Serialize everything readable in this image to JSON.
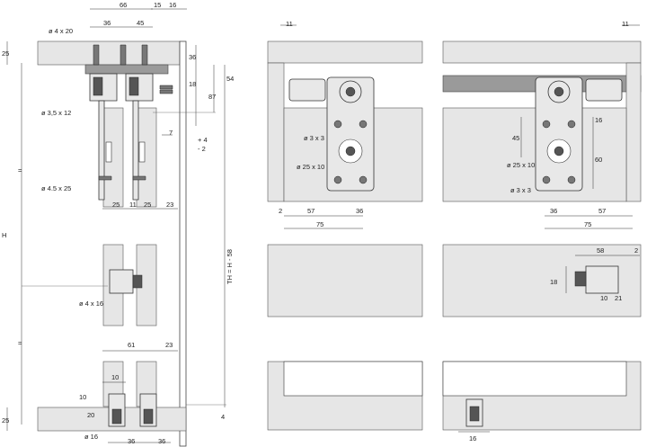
{
  "left_view": {
    "top_dims": [
      "66",
      "36",
      "45",
      "15",
      "16"
    ],
    "screw_top": "ø 4 x 20",
    "side_dims_right": [
      "36",
      "18",
      "87",
      "54"
    ],
    "screw_mid": "ø 3,5 x 12",
    "gap_dim": "7",
    "tolerance": [
      "+ 4",
      "- 2"
    ],
    "screw_low": "ø 4.5 x 25",
    "row_dims": [
      "25",
      "11",
      "25",
      "23"
    ],
    "height_label": "H",
    "equal_marks": [
      "=",
      "="
    ],
    "track_height": "TH = H - 58",
    "screw_guide": "ø 4 x 16",
    "bottom_dims": [
      "61",
      "23",
      "10",
      "10",
      "20"
    ],
    "bottom_screw": "ø 16",
    "bottom_row": [
      "36",
      "36"
    ],
    "edge_dims": [
      "25",
      "25",
      "4"
    ]
  },
  "middle_view": {
    "top_dim": "11",
    "screw_a": "ø 3 x 3",
    "screw_b": "ø 25 x 10",
    "dims": [
      "2",
      "57",
      "36",
      "75"
    ]
  },
  "right_view": {
    "top_dim": "11",
    "side_dims": [
      "16",
      "45",
      "60"
    ],
    "screw_b": "ø 25 x 10",
    "screw_a": "ø 3 x 3",
    "dims": [
      "36",
      "57",
      "75"
    ],
    "guide_dims": [
      "58",
      "2",
      "18",
      "10",
      "21"
    ],
    "bottom_dim": "16"
  }
}
